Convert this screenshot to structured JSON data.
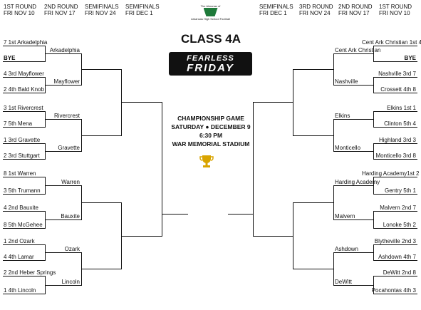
{
  "header": {
    "left": [
      {
        "line1": "1ST ROUND",
        "line2": "FRI NOV 10"
      },
      {
        "line1": "2ND ROUND",
        "line2": "FRI NOV 17"
      },
      {
        "line1": "SEMIFINALS",
        "line2": "FRI NOV 24"
      },
      {
        "line1": "SEMIFINALS",
        "line2": "FRI DEC 1"
      }
    ],
    "right": [
      {
        "line1": "SEMIFINALS",
        "line2": "FRI DEC 1"
      },
      {
        "line1": "3RD ROUND",
        "line2": "FRI NOV 24"
      },
      {
        "line1": "2ND ROUND",
        "line2": "FRI NOV 17"
      },
      {
        "line1": "1ST ROUND",
        "line2": "FRI NOV 10"
      }
    ]
  },
  "emblem": {
    "top": "The Almanac of",
    "bottom": "Arkansas High School Football"
  },
  "title": "CLASS 4A",
  "logo": {
    "line1": "FEARLESS",
    "line2": "FRIDAY"
  },
  "championship": {
    "line1": "CHAMPIONSHIP GAME",
    "line2": "SATURDAY ● DECEMBER 9",
    "line3": "6:30 PM",
    "line4": "WAR MEMORIAL STADIUM"
  },
  "left_first_round": [
    "7 1st Arkadelphia",
    "BYE",
    "4 3rd Mayflower",
    "2 4th Bald Knob",
    "3 1st Rivercrest",
    "7 5th Mena",
    "1 3rd Gravette",
    "2 3rd Stuttgart",
    "8 1st Warren",
    "3 5th Trumann",
    "4 2nd Bauxite",
    "8 5th McGehee",
    "1 2nd Ozark",
    "4 4th Lamar",
    "2 2nd Heber Springs",
    "1 4th Lincoln"
  ],
  "left_second_round": [
    "Arkadelphia",
    "Mayflower",
    "Rivercrest",
    "Gravette",
    "Warren",
    "Bauxite",
    "Ozark",
    "Lincoln"
  ],
  "right_first_round": [
    "Cent Ark Christian 1st 4",
    "BYE",
    "Nashville 3rd 7",
    "Crossett 4th 8",
    "Elkins 1st 1",
    "Clinton 5th 4",
    "Highland 3rd 3",
    "Monticello 3rd 8",
    "Harding Academy1st 2",
    "Gentry 5th 1",
    "Malvern 2nd 7",
    "Lonoke 5th 2",
    "Blytheville 2nd 3",
    "Ashdown 4th 7",
    "DeWitt 2nd 8",
    "Pocahontas 4th 3"
  ],
  "right_second_round": [
    "Cent Ark Christian",
    "Nashville",
    "Elkins",
    "Monticello",
    "Harding Academy",
    "Malvern",
    "Ashdown",
    "DeWitt"
  ],
  "colors": {
    "line": "#111111",
    "logo_bg": "#111111",
    "emblem": "#1e7a3a",
    "trophy": "#d9a400"
  }
}
